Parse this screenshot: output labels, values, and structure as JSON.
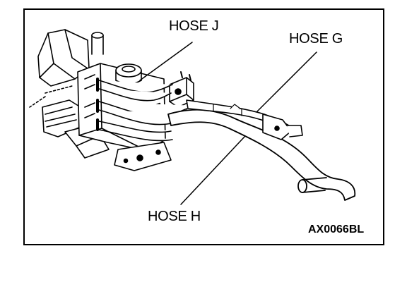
{
  "labels": {
    "hose_j": "HOSE J",
    "hose_g": "HOSE G",
    "hose_h": "HOSE H"
  },
  "figure_code": "AX0066BL",
  "colors": {
    "ink": "#000000",
    "paper": "#ffffff"
  }
}
